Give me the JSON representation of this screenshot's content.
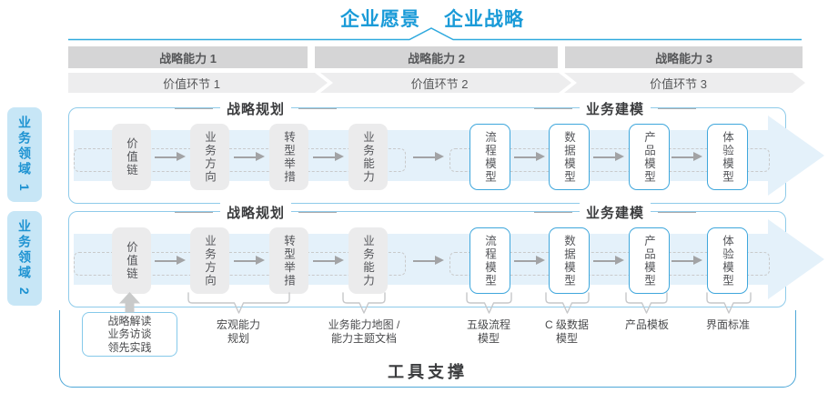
{
  "top": {
    "vision": "企业愿景",
    "strategy": "企业战略"
  },
  "capability_bars": [
    "战略能力 1",
    "战略能力 2",
    "战略能力 3"
  ],
  "value_links": [
    "价值环节 1",
    "价值环节 2",
    "价值环节 3"
  ],
  "domains": [
    "业务领域 1",
    "业务领域 2"
  ],
  "panels": {
    "planning_header": "战略规划",
    "modeling_header": "业务建模",
    "planning_boxes": [
      "价值链",
      "业务方向",
      "转型举措",
      "业务能力"
    ],
    "modeling_boxes": [
      "流程模型",
      "数据模型",
      "产品模型",
      "体验模型"
    ]
  },
  "callouts": {
    "practice_box": [
      "战略解读",
      "业务访谈",
      "领先实践"
    ],
    "labels": [
      {
        "line1": "宏观能力",
        "line2": "规划"
      },
      {
        "line1": "业务能力地图 /",
        "line2": "能力主题文档"
      },
      {
        "line1": "五级流程",
        "line2": "模型"
      },
      {
        "line1": "C 级数据",
        "line2": "模型"
      },
      {
        "line1": "产品模板",
        "line2": ""
      },
      {
        "line1": "界面标准",
        "line2": ""
      }
    ]
  },
  "footer": {
    "label": "工具支撑"
  },
  "colors": {
    "accent_blue": "#1A9BD8",
    "connector_blue": "#2FA9DE",
    "panel_border": "#8FCBEA",
    "model_box_border": "#3FA7DC",
    "domain_bg": "#C7E6F6",
    "domain_text": "#1E93D2",
    "capability_bar_gray": "#D5D5D6",
    "value_band_gray": "#EDEDEE",
    "flow_box_gray": "#EBEBEC",
    "arrow_gray": "#A2A3A5",
    "flow_band_blue": "#E4F1FA",
    "container_border": "#4FA8D8",
    "dark_text": "#3B3C3E"
  }
}
